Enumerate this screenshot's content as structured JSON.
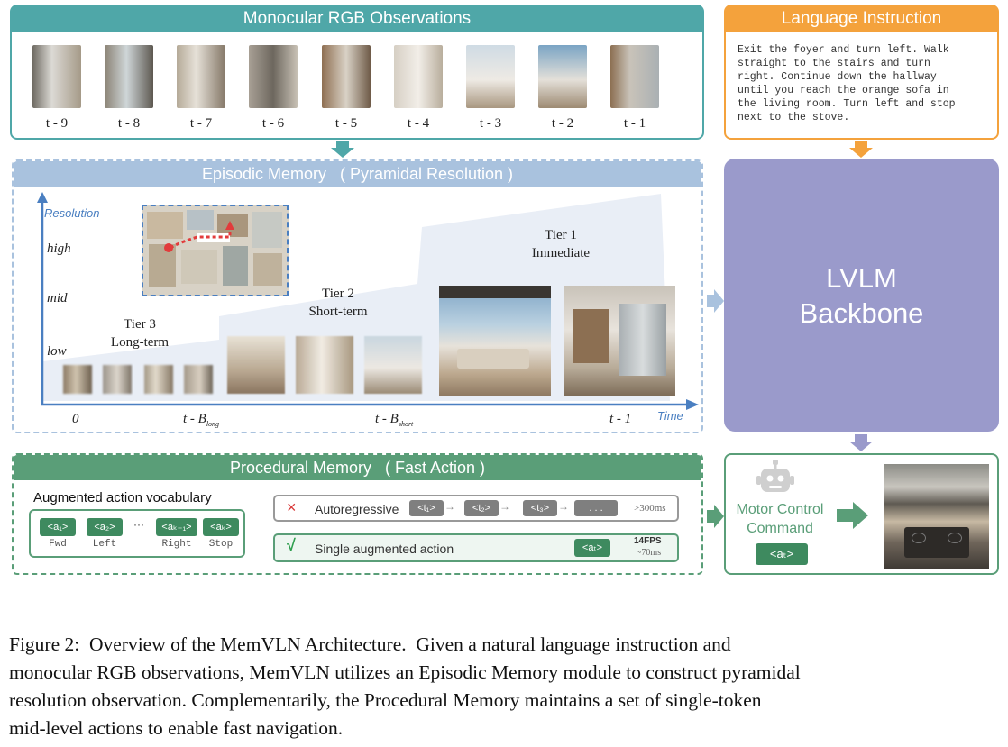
{
  "observations": {
    "title": "Monocular RGB Observations",
    "frames": [
      "t - 9",
      "t - 8",
      "t - 7",
      "t - 6",
      "t - 5",
      "t - 4",
      "t - 3",
      "t - 2",
      "t - 1"
    ]
  },
  "language": {
    "title": "Language Instruction",
    "lines": [
      "Exit the foyer and turn left. Walk",
      "straight to the stairs and turn",
      "right. Continue down the hallway",
      "until you reach the orange sofa in",
      "the living room. Turn left and stop",
      "next to the stove."
    ]
  },
  "episodic": {
    "title": "Episodic Memory   ( Pyramidal Resolution )",
    "y_axis_label": "Resolution",
    "x_axis_label": "Time",
    "levels": [
      "high",
      "mid",
      "low"
    ],
    "x_ticks": {
      "zero": "0",
      "long": "t - B",
      "long_sub": "long",
      "short": "t - B",
      "short_sub": "short",
      "last": "t - 1"
    },
    "tier3": {
      "name": "Tier 3",
      "desc": "Long-term"
    },
    "tier2": {
      "name": "Tier 2",
      "desc": "Short-term"
    },
    "tier1": {
      "name": "Tier 1",
      "desc": "Immediate"
    }
  },
  "lvlm": {
    "line1": "LVLM",
    "line2": "Backbone"
  },
  "procedural": {
    "title": "Procedural Memory   ( Fast Action )",
    "vocab_title": "Augmented action vocabulary",
    "vocab_tokens": [
      {
        "tok": "<a₁>",
        "label": "Fwd"
      },
      {
        "tok": "<a₂>",
        "label": "Left"
      },
      {
        "tok": "<aₖ₋₁>",
        "label": "Right"
      },
      {
        "tok": "<aₖ>",
        "label": "Stop"
      }
    ],
    "ellipsis": "···",
    "autoregressive": {
      "mark": "×",
      "label": "Autoregressive",
      "tokens": [
        "<t₁>",
        "<t₂>",
        "<t₃>",
        ". . ."
      ],
      "latency": ">300ms"
    },
    "single": {
      "mark": "√",
      "label": "Single augmented action",
      "token": "<aₜ>",
      "fps": "14FPS",
      "latency": "~70ms"
    }
  },
  "motor": {
    "line1": "Motor Control",
    "line2": "Command",
    "token": "<aₜ>"
  },
  "caption": {
    "lines": [
      "Figure 2:  Overview of the MemVLN Architecture.  Given a natural language instruction and",
      "monocular RGB observations, MemVLN utilizes an Episodic Memory module to construct pyramidal",
      "resolution observation. Complementarily, the Procedural Memory maintains a set of single-token",
      "mid-level actions to enable fast navigation."
    ]
  },
  "colors": {
    "teal": "#4fa7a8",
    "orange": "#f4a23c",
    "blue_head": "#a9c2de",
    "axis_blue": "#4a7fc1",
    "lvlm_purple": "#9a9acb",
    "green": "#5a9e78",
    "green_dark": "#3e8a5f"
  }
}
